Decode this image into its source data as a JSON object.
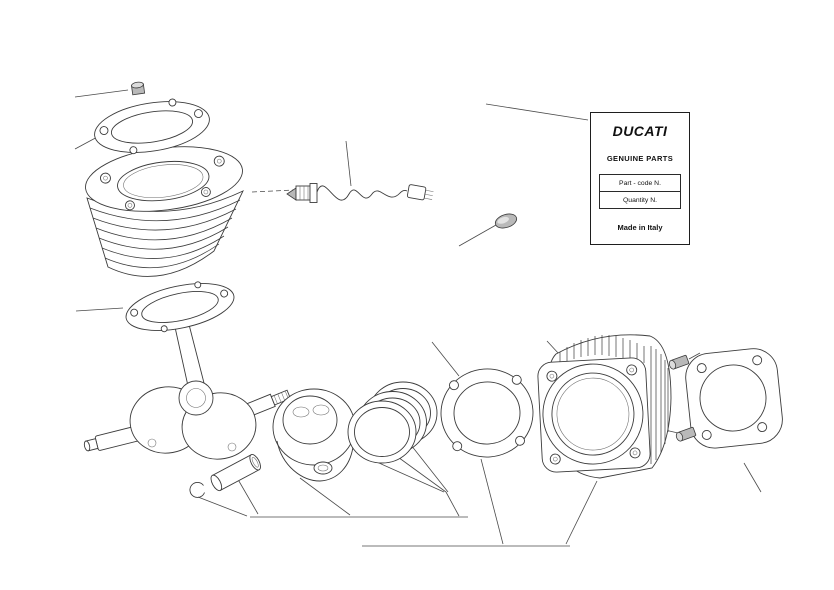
{
  "label_box": {
    "brand": "DUCATI",
    "subtitle": "GENUINE PARTS",
    "part_code_label": "Part - code N.",
    "quantity_label": "Quantity N.",
    "origin": "Made in Italy"
  },
  "colors": {
    "background": "#ffffff",
    "line": "#3c3c3c",
    "metal": "#b9b9b9"
  }
}
